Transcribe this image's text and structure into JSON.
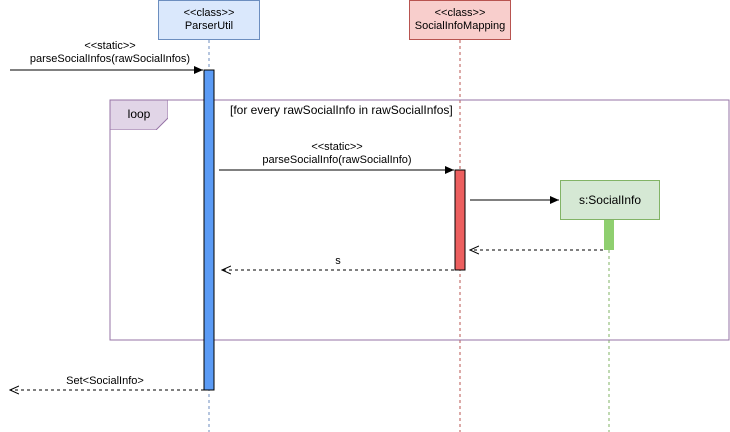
{
  "lifelines": {
    "parser_util": {
      "stereotype": "<<class>>",
      "name": "ParserUtil",
      "fill": "#dae8fc",
      "stroke": "#6c8ebf",
      "activation": "#5b9bf5"
    },
    "social_info_mapping": {
      "stereotype": "<<class>>",
      "name": "SocialInfoMapping",
      "fill": "#f8cecc",
      "stroke": "#b85450",
      "activation": "#ec5f5f"
    },
    "social_info": {
      "name": "s:SocialInfo",
      "fill": "#d5e8d4",
      "stroke": "#82b366",
      "activation": "#8fcf6f"
    }
  },
  "messages": {
    "call_parse_infos": {
      "stereotype": "<<static>>",
      "label": "parseSocialInfos(rawSocialInfos)"
    },
    "call_parse_info": {
      "stereotype": "<<static>>",
      "label": "parseSocialInfo(rawSocialInfo)"
    },
    "return_s": {
      "label": "s"
    },
    "return_set": {
      "label": "Set<SocialInfo>"
    }
  },
  "loop": {
    "tag": "loop",
    "guard": "[for every rawSocialInfo in rawSocialInfos]",
    "stroke": "#9673a6",
    "tag_fill": "#e1d5e7"
  }
}
